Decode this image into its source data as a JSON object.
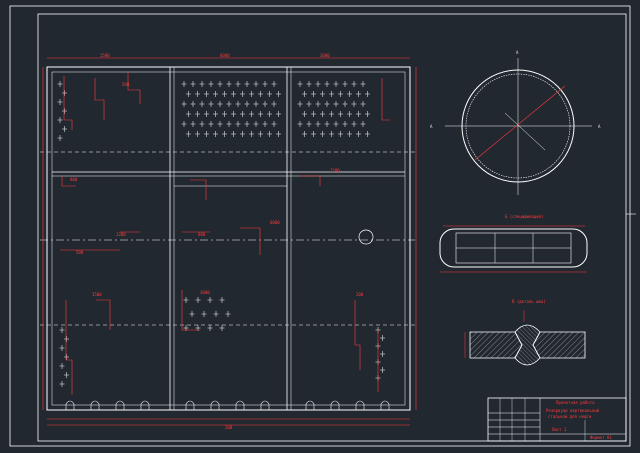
{
  "drawing": {
    "title": "CAD drawing sheet",
    "view_letters": {
      "top_a": "А",
      "left_a": "А",
      "right_a": "А",
      "section_label": "Б",
      "node_label": "В"
    },
    "section_title": "Б (спецификация)",
    "node_title": "В (деталь шва)",
    "dimension_texts": [
      "6000",
      "1500",
      "3000",
      "200",
      "500",
      "1200",
      "800"
    ],
    "title_block": {
      "lines": [
        "Проектная работа",
        "Резервуар вертикальный",
        "стальной для нефти",
        "Лист 1"
      ],
      "sheet": "Формат А1"
    }
  },
  "colors": {
    "background": "#212830",
    "frame": "#ffffff",
    "dimension": "#ff3b3b",
    "geometry": "#ffffff",
    "hatch": "#c8c8c8"
  }
}
